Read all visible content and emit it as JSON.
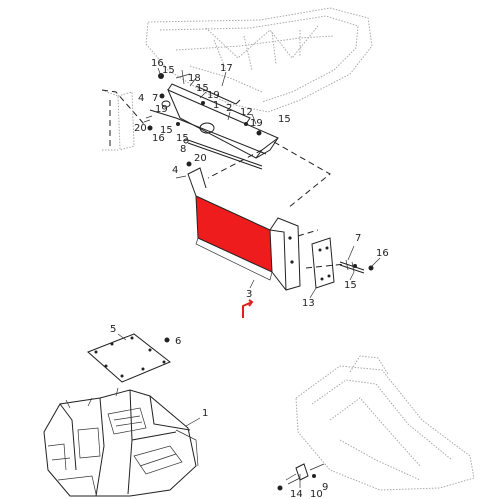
{
  "callouts": [
    {
      "id": "c16a",
      "text": "16"
    },
    {
      "id": "c15a",
      "text": "15"
    },
    {
      "id": "c18",
      "text": "18"
    },
    {
      "id": "c17",
      "text": "17"
    },
    {
      "id": "c15b",
      "text": "15"
    },
    {
      "id": "c19a",
      "text": "19"
    },
    {
      "id": "c4a",
      "text": "4"
    },
    {
      "id": "c7a",
      "text": "7"
    },
    {
      "id": "c1a",
      "text": "1"
    },
    {
      "id": "c2",
      "text": "2"
    },
    {
      "id": "c12",
      "text": "12"
    },
    {
      "id": "c19b",
      "text": "19"
    },
    {
      "id": "c15c",
      "text": "15"
    },
    {
      "id": "c19c",
      "text": "19"
    },
    {
      "id": "c20a",
      "text": "20"
    },
    {
      "id": "c15d",
      "text": "15"
    },
    {
      "id": "c16b",
      "text": "16"
    },
    {
      "id": "c15e",
      "text": "15"
    },
    {
      "id": "c8",
      "text": "8"
    },
    {
      "id": "c20b",
      "text": "20"
    },
    {
      "id": "c4b",
      "text": "4"
    },
    {
      "id": "c7b",
      "text": "7"
    },
    {
      "id": "c16c",
      "text": "16"
    },
    {
      "id": "c15f",
      "text": "15"
    },
    {
      "id": "c13",
      "text": "13"
    },
    {
      "id": "c3",
      "text": "3"
    },
    {
      "id": "c5",
      "text": "5"
    },
    {
      "id": "c6",
      "text": "6"
    },
    {
      "id": "c1b",
      "text": "1"
    },
    {
      "id": "c14",
      "text": "14"
    },
    {
      "id": "c10",
      "text": "10"
    },
    {
      "id": "c9",
      "text": "9"
    }
  ],
  "colors": {
    "highlight_fill": "#ee1c1c",
    "arrow": "#e02020",
    "line": "#222222",
    "ghost": "#a8a8a8"
  }
}
